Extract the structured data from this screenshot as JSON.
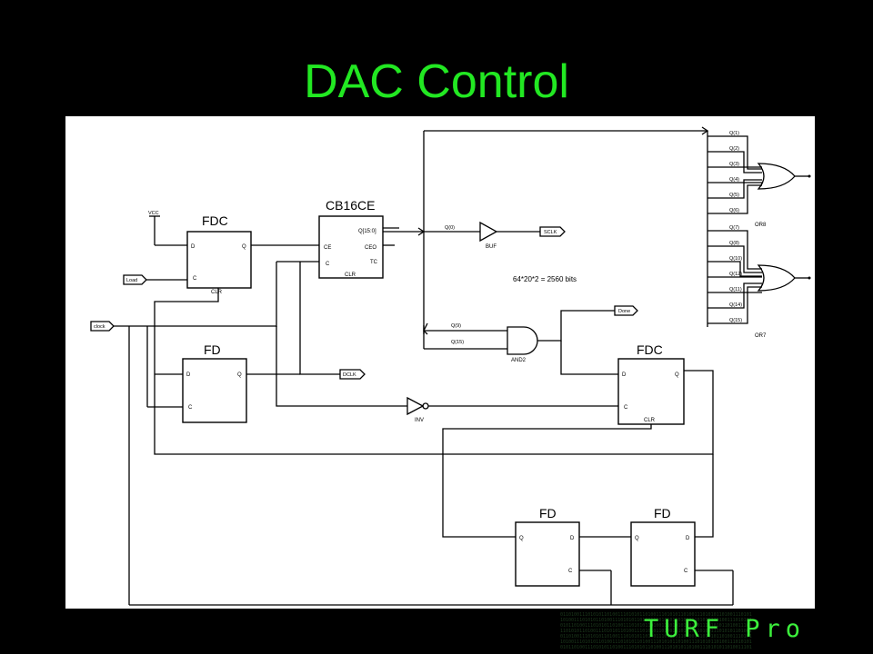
{
  "title": "DAC Control",
  "logo": {
    "text": "TURF Pro",
    "bits": "0110100111010101101001110101011010011101010110100111010101101001110101\n1010011101010110100111010101101001110101011010011101010110100111010101\n0101101001110101011010011101010110100111010101101001110101011010011101\n1101010110100111010101101001110101011010011101010110100111010101101001\n0110100111010101101001110101011010011101010110100111010101101001110101\n1010011101010110100111010101101001110101011010011101010110100111010101\n0101101001110101011010011101010110100111010101101001110101011010011101"
  },
  "schematic": {
    "blocks": {
      "fdc_top": "FDC",
      "cb16ce": "CB16CE",
      "fd_left": "FD",
      "fdc_right": "FDC",
      "fd_bottom_1": "FD",
      "fd_bottom_2": "FD"
    },
    "pins": {
      "d": "D",
      "q": "Q",
      "c": "C",
      "clr": "CLR",
      "ce": "CE",
      "q_bus": "Q[15:0]",
      "ceo": "CEO",
      "tc": "TC"
    },
    "gates": {
      "buf": "BUF",
      "inv": "INV",
      "and2": "AND2",
      "or_top": "OR8",
      "or_bottom": "OR7"
    },
    "nets": {
      "vcc": "VCC",
      "load": "Load",
      "clock": "clock",
      "sclk": "SCLK",
      "dclk": "DCLK",
      "done": "Done",
      "q0": "Q(0)",
      "q9": "Q(9)",
      "q15": "Q(15)",
      "taps": [
        "Q(1)",
        "Q(2)",
        "Q(3)",
        "Q(4)",
        "Q(5)",
        "Q(6)",
        "Q(7)",
        "Q(8)",
        "Q(10)",
        "Q(12)",
        "Q(11)",
        "Q(14)",
        "Q(15)"
      ]
    },
    "note": "64*20*2 = 2560 bits"
  }
}
